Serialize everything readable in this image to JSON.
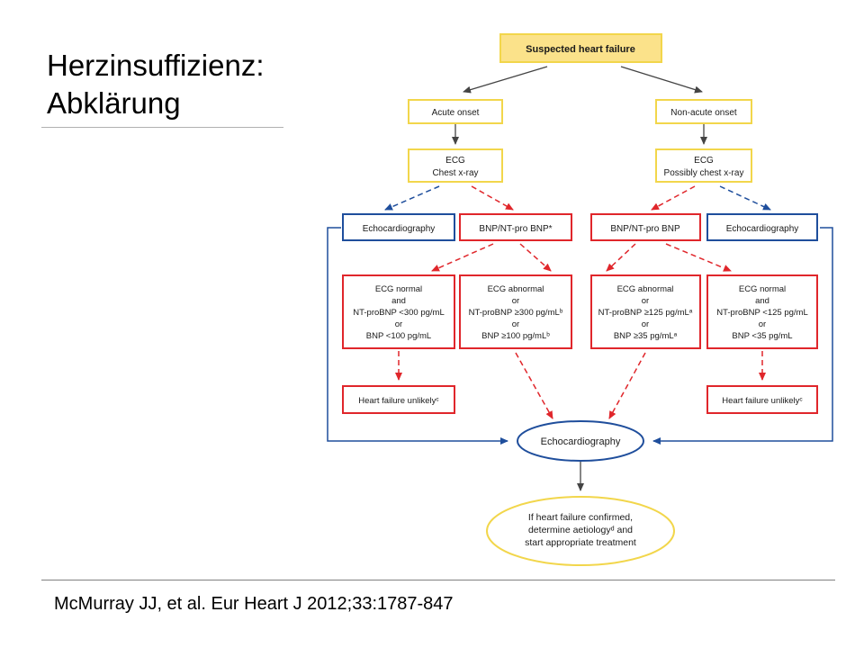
{
  "slide": {
    "title_line1": "Herzinsuffizienz:",
    "title_line2": "Abklärung",
    "citation": "McMurray JJ, et al. Eur Heart J 2012;33:1787-847"
  },
  "flowchart": {
    "colors": {
      "yellow": "#f2d64b",
      "yellow_fill": "#fbe28a",
      "red": "#e0262b",
      "blue": "#1f4e9c",
      "gray": "#444444"
    },
    "suspected": "Suspected heart failure",
    "acute_onset": "Acute onset",
    "non_acute_onset": "Non-acute onset",
    "acute_ecg_1": "ECG",
    "acute_ecg_2": "Chest x-ray",
    "nonacute_ecg_1": "ECG",
    "nonacute_ecg_2": "Possibly chest x-ray",
    "echo_left": "Echocardiography",
    "bnp_left": "BNP/NT-pro BNP*",
    "bnp_right": "BNP/NT-pro BNP",
    "echo_right": "Echocardiography",
    "box1": [
      "ECG normal",
      "and",
      "NT-proBNP <300 pg/mL",
      "or",
      "BNP <100 pg/mL"
    ],
    "box2": [
      "ECG abnormal",
      "or",
      "NT-proBNP ≥300 pg/mLᵇ",
      "or",
      "BNP ≥100 pg/mLᵇ"
    ],
    "box3": [
      "ECG abnormal",
      "or",
      "NT-proBNP ≥125 pg/mLᵃ",
      "or",
      "BNP ≥35 pg/mLᵃ"
    ],
    "box4": [
      "ECG normal",
      "and",
      "NT-proBNP <125 pg/mL",
      "or",
      "BNP <35 pg/mL"
    ],
    "hf_unlikely_left": "Heart failure unlikelyᶜ",
    "hf_unlikely_right": "Heart failure unlikelyᶜ",
    "echo_center": "Echocardiography",
    "final_1": "If heart failure confirmed,",
    "final_2": "determine aetiologyᵈ and",
    "final_3": "start appropriate treatment"
  }
}
